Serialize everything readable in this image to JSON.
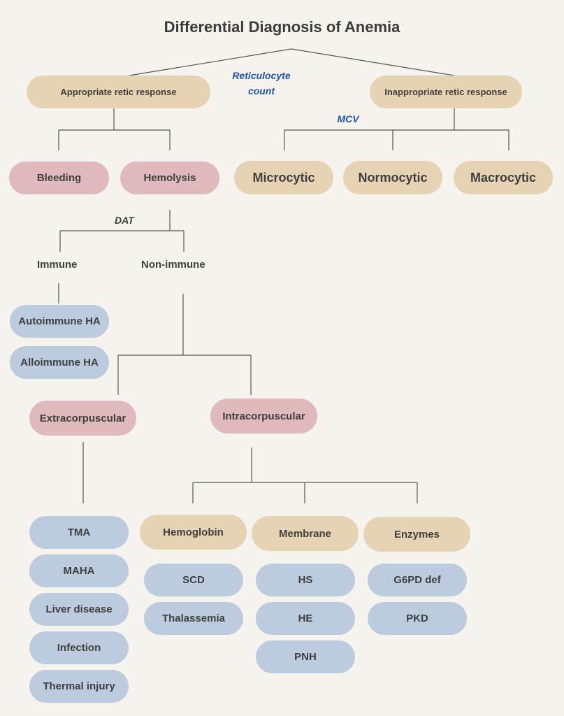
{
  "title": "Differential Diagnosis of Anemia",
  "edges": {
    "reticulocyte": "Reticulocyte count",
    "reticulocyte_line1": "Reticulocyte",
    "reticulocyte_line2": "count",
    "mcv": "MCV",
    "dat": "DAT"
  },
  "nodes": {
    "appropriate": "Appropriate retic response",
    "inappropriate": "Inappropriate retic response",
    "bleeding": "Bleeding",
    "hemolysis": "Hemolysis",
    "microcytic": "Microcytic",
    "normocytic": "Normocytic",
    "macrocytic": "Macrocytic",
    "immune": "Immune",
    "non_immune": "Non-immune",
    "autoimmune": "Autoimmune HA",
    "alloimmune": "Alloimmune HA",
    "extracorpuscular": "Extracorpuscular",
    "intracorpuscular": "Intracorpuscular",
    "hemoglobin": "Hemoglobin",
    "membrane": "Membrane",
    "enzymes": "Enzymes"
  },
  "lists": {
    "extracorpuscular_causes": [
      "TMA",
      "MAHA",
      "Liver disease",
      "Infection",
      "Thermal injury"
    ],
    "hemoglobin_causes": [
      "SCD",
      "Thalassemia"
    ],
    "membrane_causes": [
      "HS",
      "HE",
      "PNH"
    ],
    "enzyme_causes": [
      "G6PD def",
      "PKD"
    ]
  },
  "colors": {
    "background": "#f6f2ed",
    "tan": "#e6d3b3",
    "pink": "#dfb9bb",
    "blue": "#bccbdd",
    "accent_text": "#1f56a8",
    "line": "#555555"
  }
}
